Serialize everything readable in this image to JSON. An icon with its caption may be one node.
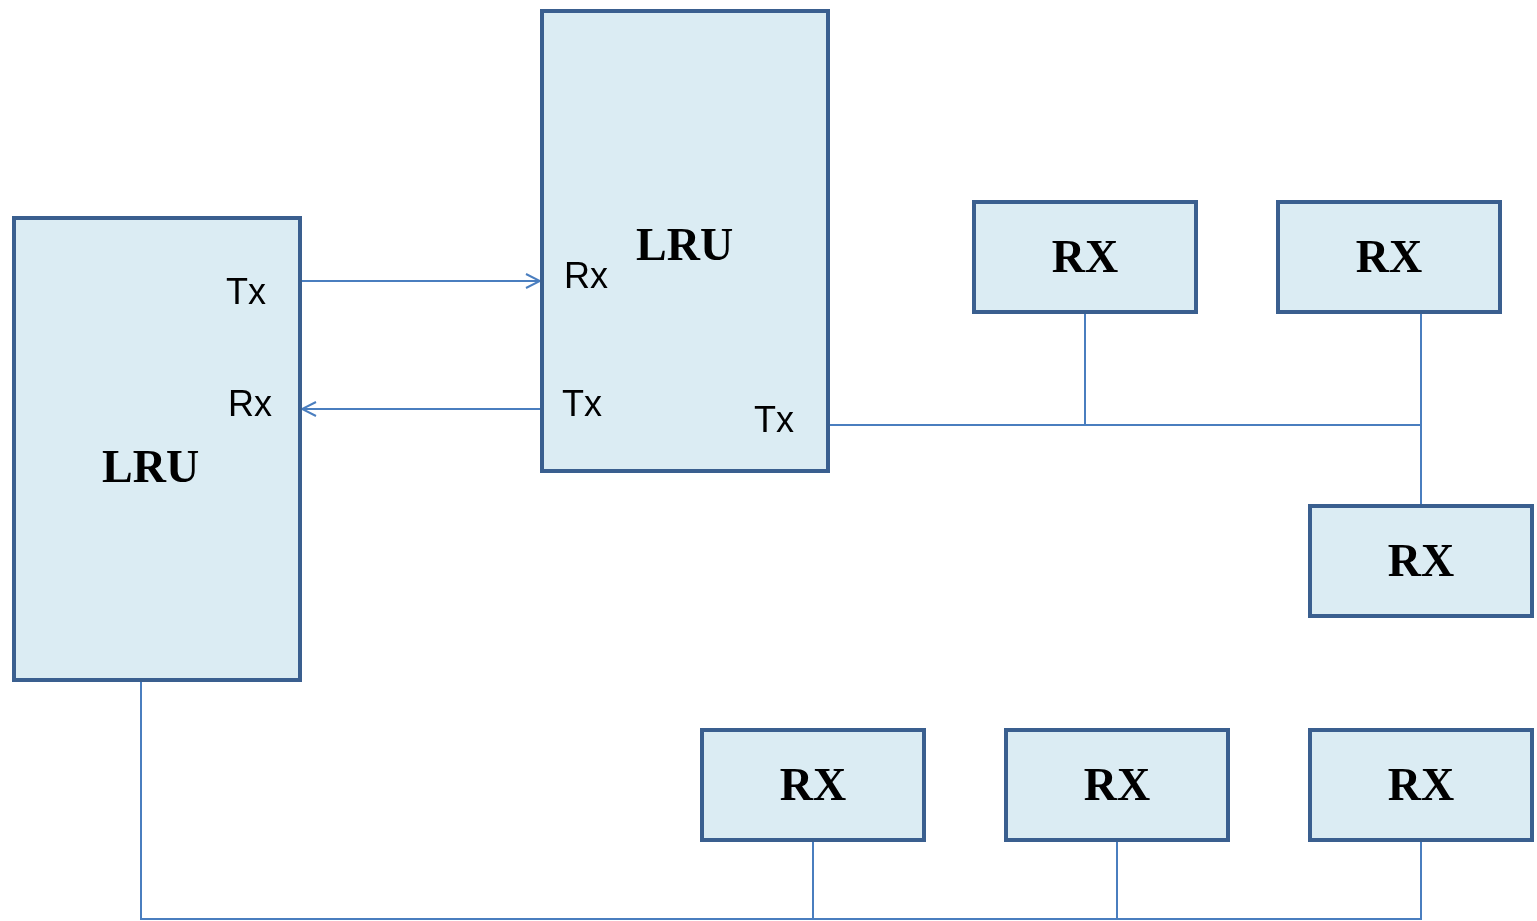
{
  "diagram": {
    "nodes": [
      {
        "text": [
          "Tx",
          "Rx",
          "LRU"
        ]
      },
      {
        "text": [
          "LRU",
          "Rx",
          "Tx",
          "Tx"
        ]
      },
      {
        "text": [
          "RX"
        ]
      },
      {
        "text": [
          "RX"
        ]
      },
      {
        "text": [
          "RX"
        ]
      },
      {
        "text": [
          "RX"
        ]
      },
      {
        "text": [
          "RX"
        ]
      },
      {
        "text": [
          "RX"
        ]
      }
    ],
    "edges": [
      {
        "from": 0,
        "to": 1,
        "arrow": "to"
      },
      {
        "from": 1,
        "to": 0,
        "arrow": "to"
      },
      {
        "from": 1,
        "to": 2,
        "arrow": "none"
      },
      {
        "from": 1,
        "to": 3,
        "arrow": "none"
      },
      {
        "from": 1,
        "to": 4,
        "arrow": "none"
      },
      {
        "from": 0,
        "to": 5,
        "arrow": "none"
      },
      {
        "from": 0,
        "to": 6,
        "arrow": "none"
      },
      {
        "from": 0,
        "to": 7,
        "arrow": "none"
      }
    ]
  }
}
